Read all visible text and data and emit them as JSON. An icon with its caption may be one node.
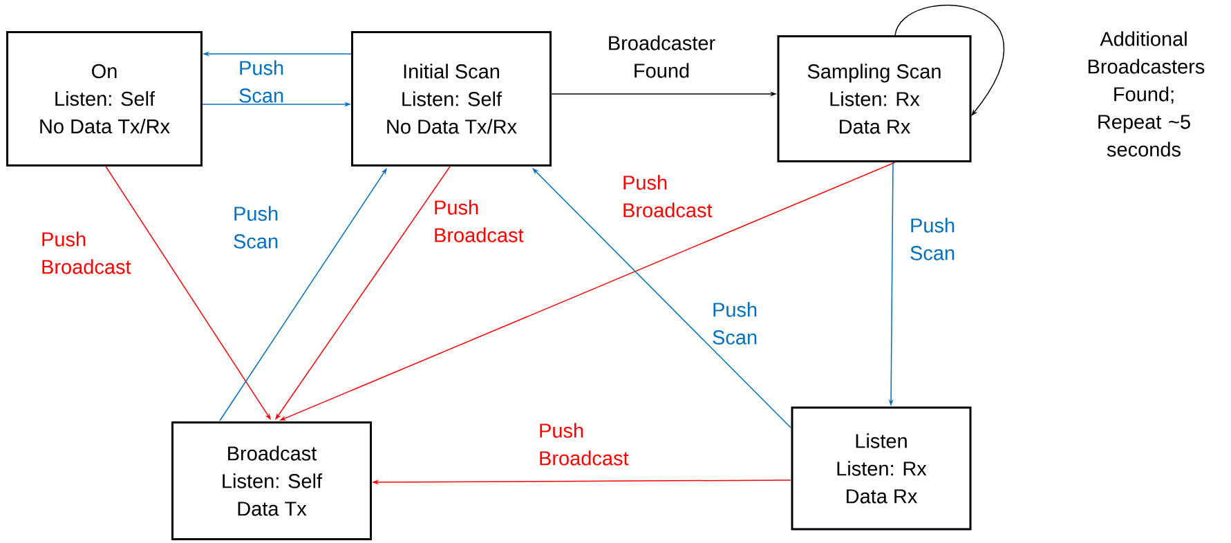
{
  "diagram": {
    "nodes": [
      {
        "text": [
          "On",
          "Listen: Self",
          "No Data Tx/Rx"
        ]
      },
      {
        "text": [
          "Initial Scan",
          "Listen: Self",
          "No Data Tx/Rx"
        ]
      },
      {
        "text": [
          "Sampling Scan",
          "Listen: Rx",
          "Data Rx"
        ]
      },
      {
        "text": [
          "Broadcast",
          "Listen: Self",
          "Data Tx"
        ]
      },
      {
        "text": [
          "Listen",
          "Listen: Rx",
          "Data Rx"
        ]
      }
    ],
    "edges": [
      {
        "from": 1,
        "to": 0,
        "arrow": "to",
        "color": "#0070c0"
      },
      {
        "from": 0,
        "to": 1,
        "arrow": "to",
        "color": "#0070c0",
        "label": "Push Scan"
      },
      {
        "from": 1,
        "to": 2,
        "arrow": "to",
        "color": "#000000",
        "label": "Broadcaster Found"
      },
      {
        "from": 2,
        "to": 2,
        "arrow": "to",
        "color": "#000000",
        "label": "Additional Broadcasters Found; Repeat ~5 seconds"
      },
      {
        "from": 0,
        "to": 3,
        "arrow": "to",
        "color": "#ff0000",
        "label": "Push Broadcast"
      },
      {
        "from": 3,
        "to": 1,
        "arrow": "to",
        "color": "#0070c0",
        "label": "Push Scan"
      },
      {
        "from": 1,
        "to": 3,
        "arrow": "to",
        "color": "#ff0000",
        "label": "Push Broadcast"
      },
      {
        "from": 2,
        "to": 3,
        "arrow": "to",
        "color": "#ff0000",
        "label": "Push Broadcast"
      },
      {
        "from": 2,
        "to": 4,
        "arrow": "to",
        "color": "#0070c0",
        "label": "Push Scan"
      },
      {
        "from": 4,
        "to": 1,
        "arrow": "to",
        "color": "#0070c0",
        "label": "Push Scan"
      },
      {
        "from": 4,
        "to": 3,
        "arrow": "to",
        "color": "#ff0000",
        "label": "Push Broadcast"
      }
    ]
  }
}
